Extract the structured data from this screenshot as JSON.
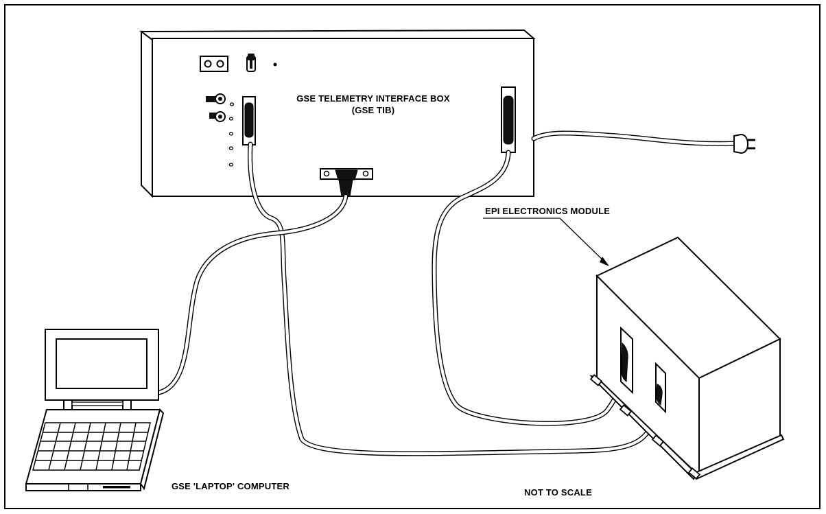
{
  "labels": {
    "tib_title_line1": "GSE TELEMETRY INTERFACE BOX",
    "tib_title_line2": "(GSE TIB)",
    "epi_module": "EPI ELECTRONICS MODULE",
    "laptop": "GSE 'LAPTOP' COMPUTER",
    "not_to_scale": "NOT TO SCALE"
  },
  "components": {
    "interface_box": "gse-telemetry-interface-box",
    "module": "epi-electronics-module",
    "computer": "gse-laptop-computer",
    "power_plug": "power-plug-icon"
  }
}
